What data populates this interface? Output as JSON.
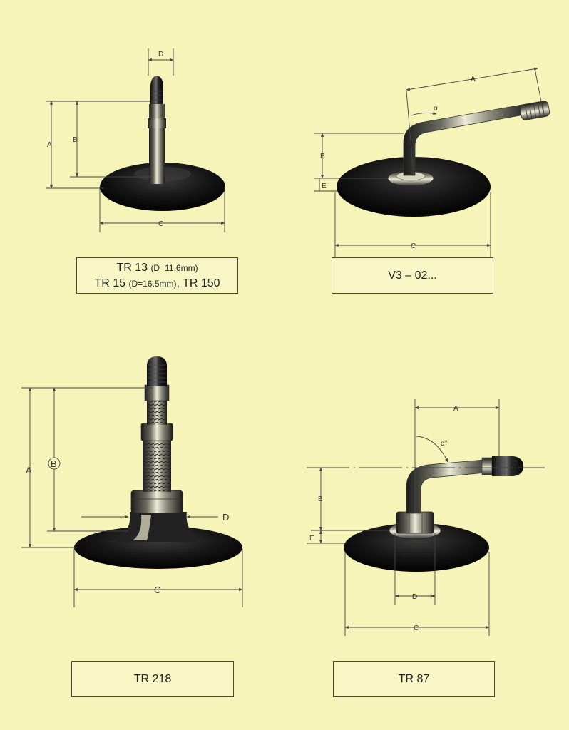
{
  "colors": {
    "background": "#f6f4b8",
    "base": "#141414",
    "metal_light": "#e6e2cf",
    "metal_dark": "#2a2a2a",
    "dimension_line": "#444444"
  },
  "valves": [
    {
      "id": "tr13",
      "caption_line1": "TR 13 ",
      "caption_line1_note": "(D=11.6mm)",
      "caption_line2a": "TR 15 ",
      "caption_line2_note": "(D=16.5mm)",
      "caption_line2b": ", TR 150",
      "dims": {
        "a": "A",
        "b": "B",
        "c": "C",
        "d": "D"
      }
    },
    {
      "id": "v302",
      "caption": "V3 – 02...",
      "dims": {
        "a": "A",
        "alpha": "α",
        "b": "B",
        "c": "C",
        "e": "E"
      }
    },
    {
      "id": "tr218",
      "caption": "TR 218",
      "dims": {
        "a": "A",
        "b": "B",
        "c": "C",
        "d": "D"
      }
    },
    {
      "id": "tr87",
      "caption": "TR 87",
      "dims": {
        "a": "A",
        "alpha": "α°",
        "b": "B",
        "c": "C",
        "d": "D",
        "e": "E"
      }
    }
  ]
}
